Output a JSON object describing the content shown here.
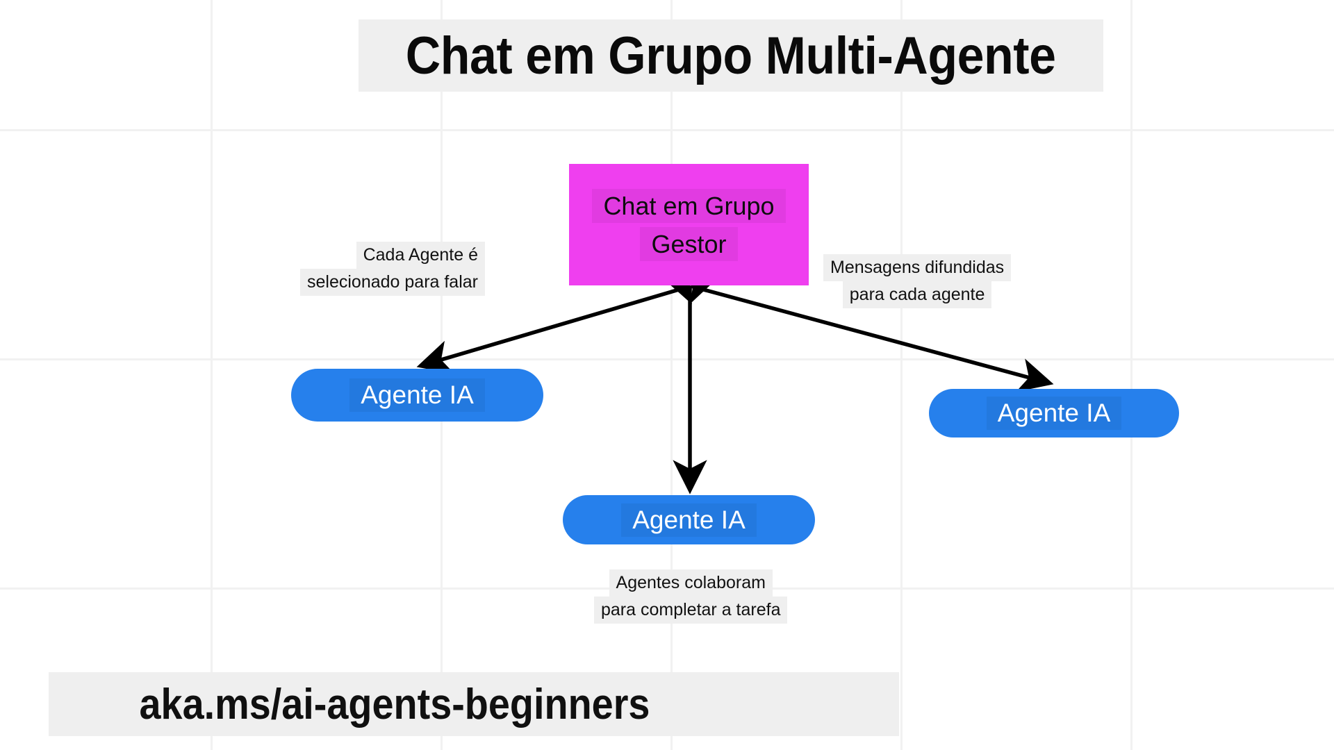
{
  "diagram": {
    "title": "Chat em Grupo Multi-Agente",
    "footer_url": "aka.ms/ai-agents-beginners",
    "colors": {
      "manager": "#ef3fef",
      "agent": "#2680ec",
      "text_band": "#efefef",
      "grid": "#f1f1f1",
      "arrow": "#000000"
    },
    "manager": {
      "name": "group-chat-manager",
      "line1": "Chat em Grupo",
      "line2": "Gestor"
    },
    "agents": [
      {
        "id": "agent-left",
        "label": "Agente IA"
      },
      {
        "id": "agent-right",
        "label": "Agente IA"
      },
      {
        "id": "agent-bottom",
        "label": "Agente IA"
      }
    ],
    "annotations": [
      {
        "id": "ann-left",
        "line1": "Cada Agente é",
        "line2": "selecionado para falar"
      },
      {
        "id": "ann-right",
        "line1": "Mensagens difundidas",
        "line2": "para cada agente"
      },
      {
        "id": "ann-bottom",
        "line1": "Agentes colaboram",
        "line2": "para completar a tarefa"
      }
    ],
    "connections": [
      {
        "from": "group-chat-manager",
        "to": "agent-left",
        "direction": "bidirectional"
      },
      {
        "from": "group-chat-manager",
        "to": "agent-right",
        "direction": "bidirectional"
      },
      {
        "from": "group-chat-manager",
        "to": "agent-bottom",
        "direction": "bidirectional"
      }
    ]
  }
}
